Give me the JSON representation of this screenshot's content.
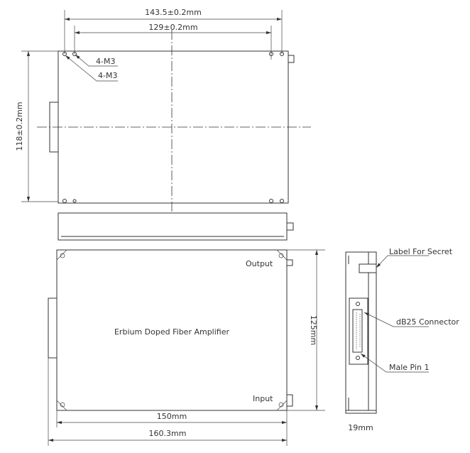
{
  "top_view": {
    "width_outer": "143.5±0.2mm",
    "width_holes": "129±0.2mm",
    "height": "118±0.2mm",
    "hole_label_1": "4-M3",
    "hole_label_2": "4-M3"
  },
  "bottom_view": {
    "title": "Erbium Doped Fiber Amplifier",
    "output": "Output",
    "input": "Input",
    "height": "125mm",
    "width_inner": "150mm",
    "width_outer": "160.3mm"
  },
  "end_view": {
    "label_secret": "Label For Secret",
    "connector": "dB25 Connector",
    "pin": "Male Pin 1",
    "thickness": "19mm"
  }
}
